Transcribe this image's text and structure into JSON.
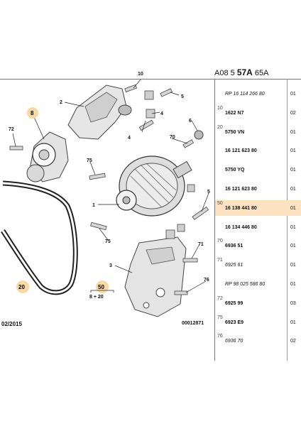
{
  "sheet": {
    "code_pre": "A08 5 ",
    "code_bold": "57A",
    "code_post": " 65A"
  },
  "callouts": {
    "c10": "10",
    "c2": "2",
    "c5": "5",
    "c8": "8",
    "c4": "4",
    "c6": "6",
    "c72": "72",
    "c70": "70",
    "c75a": "75",
    "c1": "1",
    "c5b": "5",
    "c50": "50",
    "c75b": "75",
    "c3": "3",
    "c71": "71",
    "c20": "20",
    "c76": "76",
    "kit_formula": "8 + 20"
  },
  "footer": {
    "date": "02/2015",
    "ref": "00012871"
  },
  "references": [
    {
      "num": "",
      "code": "RP 16 114 266 80",
      "qty": "01",
      "italic": true,
      "highlight": false
    },
    {
      "num": "10",
      "code": "1622 N7",
      "qty": "02",
      "italic": false,
      "highlight": false
    },
    {
      "num": "20",
      "code": "5750 VN",
      "qty": "01",
      "italic": false,
      "highlight": false
    },
    {
      "num": "",
      "code": "16 121 623 80",
      "qty": "01",
      "italic": false,
      "highlight": false
    },
    {
      "num": "",
      "code": "5750 YQ",
      "qty": "01",
      "italic": false,
      "highlight": false
    },
    {
      "num": "",
      "code": "16 121 623 80",
      "qty": "01",
      "italic": false,
      "highlight": false
    },
    {
      "num": "50",
      "code": "16 138 441 80",
      "qty": "01",
      "italic": false,
      "highlight": true
    },
    {
      "num": "",
      "code": "16 134 446 80",
      "qty": "01",
      "italic": false,
      "highlight": false
    },
    {
      "num": "70",
      "code": "6936 51",
      "qty": "01",
      "italic": false,
      "highlight": false
    },
    {
      "num": "71",
      "code": "6925 61",
      "qty": "01",
      "italic": true,
      "highlight": false
    },
    {
      "num": "",
      "code": "RP 98 025 586 80",
      "qty": "01",
      "italic": true,
      "highlight": false
    },
    {
      "num": "72",
      "code": "6925 99",
      "qty": "03",
      "italic": false,
      "highlight": false
    },
    {
      "num": "75",
      "code": "6923 E9",
      "qty": "01",
      "italic": false,
      "highlight": false
    },
    {
      "num": "76",
      "code": "6936 70",
      "qty": "02",
      "italic": true,
      "highlight": false
    }
  ]
}
